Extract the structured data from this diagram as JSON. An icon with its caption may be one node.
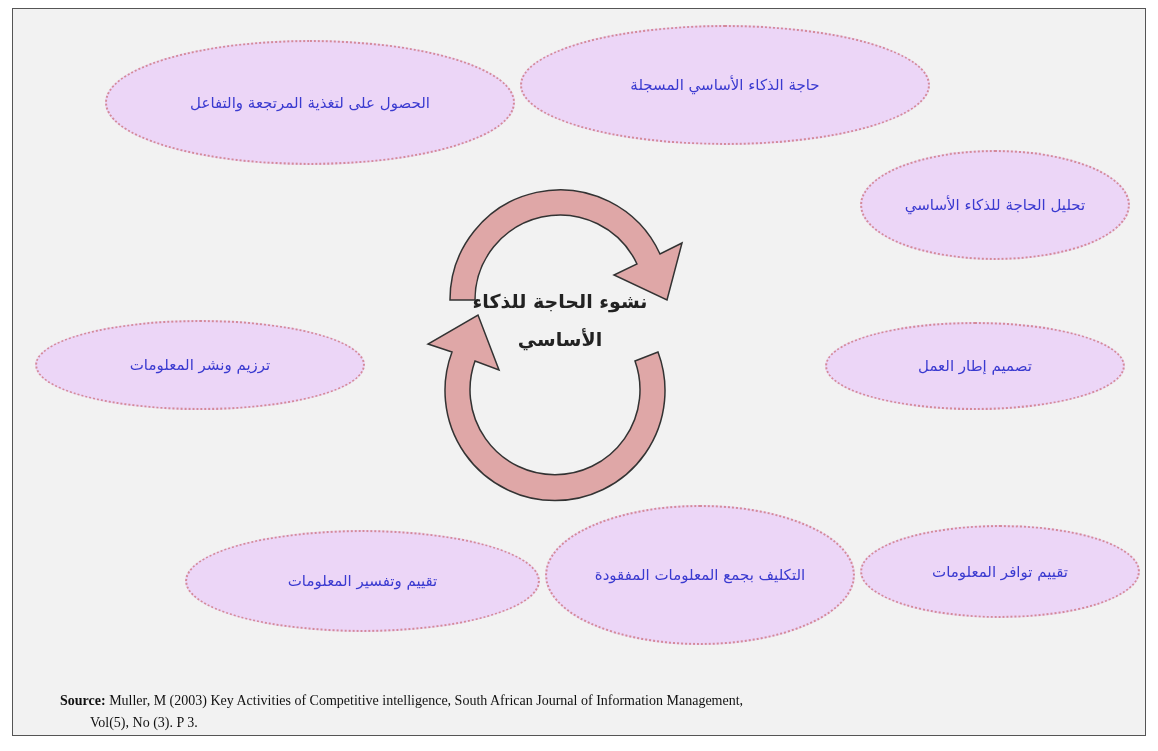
{
  "diagram": {
    "caption": "**Source:** Muller, M (2003) Key Activities of Competitive intelligence, South African Journal of Information Management, Vol(5), No (3). P 3.",
    "nodes": [
      {
        "text": [
          "حاجة الذكاء الأساسي المسجلة"
        ]
      },
      {
        "text": [
          "تحليل الحاجة للذكاء الأساسي"
        ]
      },
      {
        "text": [
          "تصميم إطار العمل"
        ]
      },
      {
        "text": [
          "تقييم توافر المعلومات"
        ]
      },
      {
        "text": [
          "التكليف بجمع المعلومات المفقودة"
        ]
      },
      {
        "text": [
          "تقييم وتفسير المعلومات"
        ]
      },
      {
        "text": [
          "ترزيم ونشر المعلومات"
        ]
      },
      {
        "text": [
          "الحصول على لتغذية المرتجعة والتفاعل"
        ]
      }
    ],
    "labels": [
      "نشوء الحاجة للذكاء الأساسي"
    ]
  }
}
